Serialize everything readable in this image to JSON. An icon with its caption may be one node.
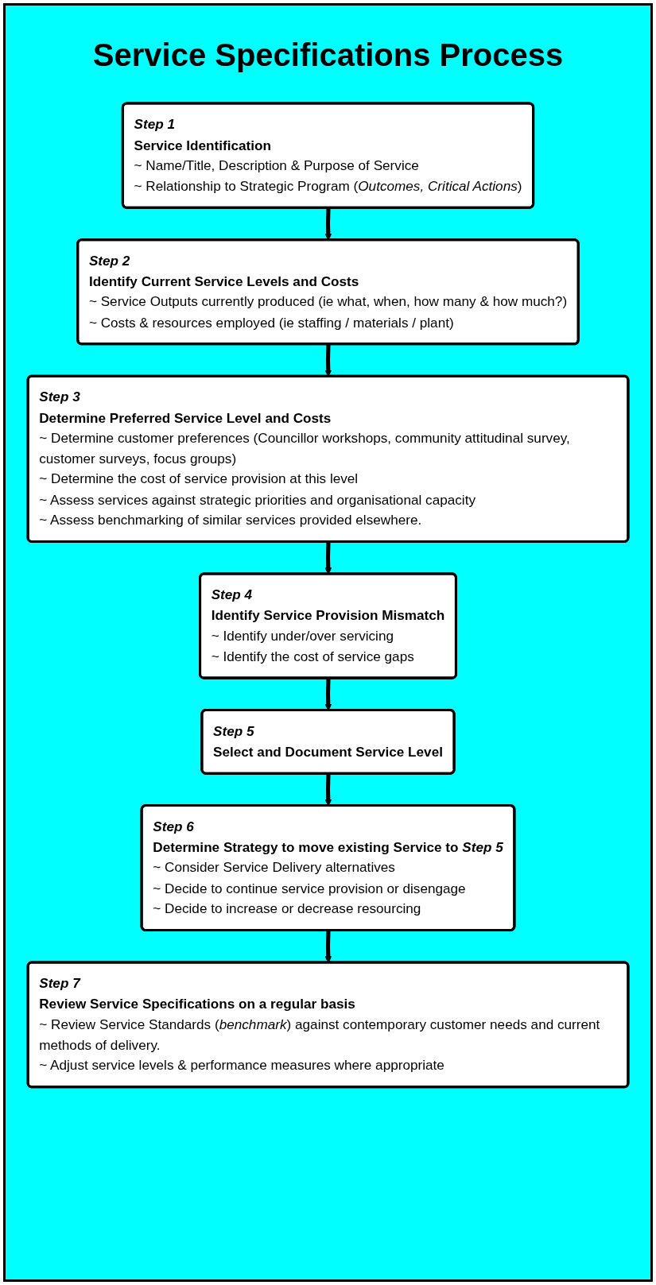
{
  "diagram": {
    "title": "Service Specifications Process",
    "nodes": [
      {
        "text": [
          "Step 1",
          "Service Identification",
          "~ Name/Title, Description & Purpose of Service",
          "~ Relationship to Strategic Program (*Outcomes, Critical Actions*)"
        ]
      },
      {
        "text": [
          "Step 2",
          "Identify Current Service Levels and Costs",
          "~ Service Outputs currently produced (ie what, when, how many & how much?)",
          "~ Costs & resources employed (ie staffing / materials / plant)"
        ]
      },
      {
        "text": [
          "Step 3",
          "Determine Preferred Service Level and Costs",
          "~ Determine customer preferences (Councillor workshops, community attitudinal survey, customer surveys, focus groups)",
          "~ Determine the cost of service provision at this level",
          "~ Assess services against strategic priorities and organisational capacity",
          "~ Assess benchmarking of similar services provided elsewhere."
        ]
      },
      {
        "text": [
          "Step 4",
          "Identify Service Provision Mismatch",
          "~ Identify under/over servicing",
          "~ Identify the cost of service gaps"
        ]
      },
      {
        "text": [
          "Step 5",
          "Select and Document Service Level"
        ]
      },
      {
        "text": [
          "Step 6",
          "Determine Strategy to move existing Service to *Step 5*",
          "~ Consider Service Delivery alternatives",
          "~ Decide to continue service provision or disengage",
          "~ Decide to increase or decrease resourcing"
        ]
      },
      {
        "text": [
          "Step 7",
          "Review Service Specifications on a regular basis",
          "~ Review Service Standards (*benchmark*) against contemporary customer needs and current methods of delivery.",
          "~ Adjust service levels & performance measures where appropriate"
        ]
      }
    ],
    "edges": [
      {
        "from": 0,
        "to": 1,
        "arrow": "to"
      },
      {
        "from": 1,
        "to": 2,
        "arrow": "to"
      },
      {
        "from": 2,
        "to": 3,
        "arrow": "to"
      },
      {
        "from": 3,
        "to": 4,
        "arrow": "to"
      },
      {
        "from": 4,
        "to": 5,
        "arrow": "to"
      },
      {
        "from": 5,
        "to": 6,
        "arrow": "to"
      }
    ]
  }
}
